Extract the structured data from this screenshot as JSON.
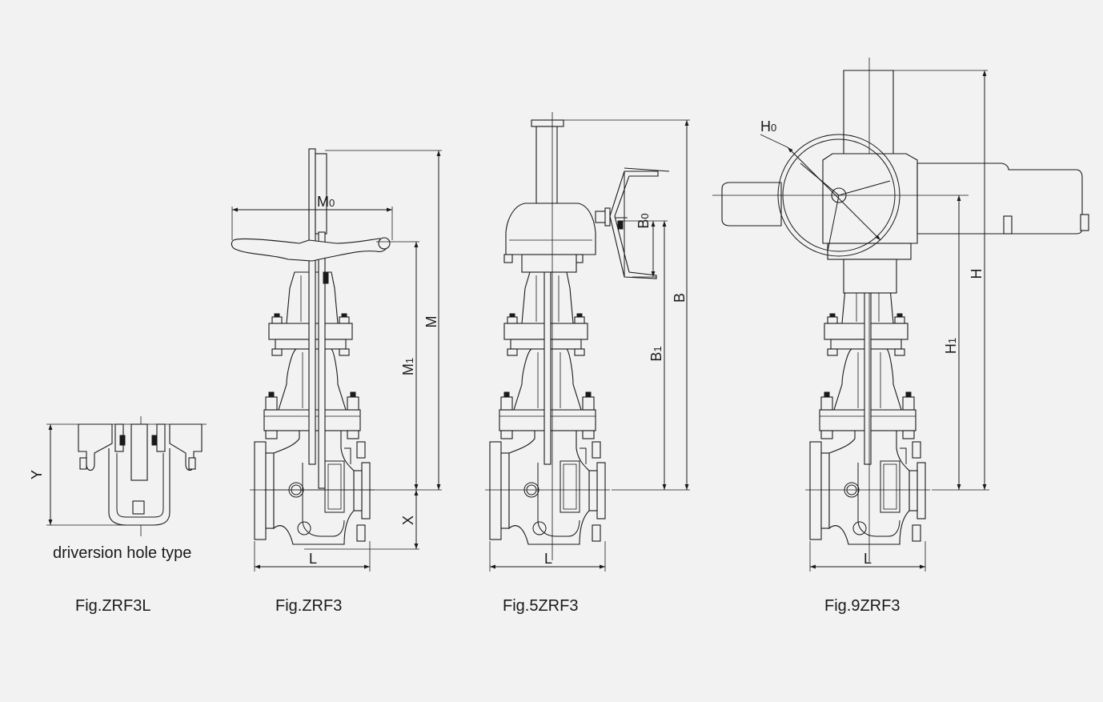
{
  "figures": [
    {
      "caption": "Fig.ZRF3L",
      "note": "driversion hole type",
      "dims": {
        "Y": "Y"
      }
    },
    {
      "caption": "Fig.ZRF3",
      "dims": {
        "M0": "M",
        "M0_sub": "0",
        "M": "M",
        "M1": "M",
        "M1_sub": "1",
        "X": "X",
        "L": "L"
      }
    },
    {
      "caption": "Fig.5ZRF3",
      "dims": {
        "B0": "B",
        "B0_sub": "0",
        "B": "B",
        "B1": "B",
        "B1_sub": "1",
        "L": "L"
      }
    },
    {
      "caption": "Fig.9ZRF3",
      "dims": {
        "H0": "H",
        "H0_sub": "0",
        "H": "H",
        "H1": "H",
        "H1_sub": "1",
        "L": "L"
      }
    }
  ],
  "colors": {
    "background": "#f2f2f3",
    "line": "#1a1a1a"
  }
}
